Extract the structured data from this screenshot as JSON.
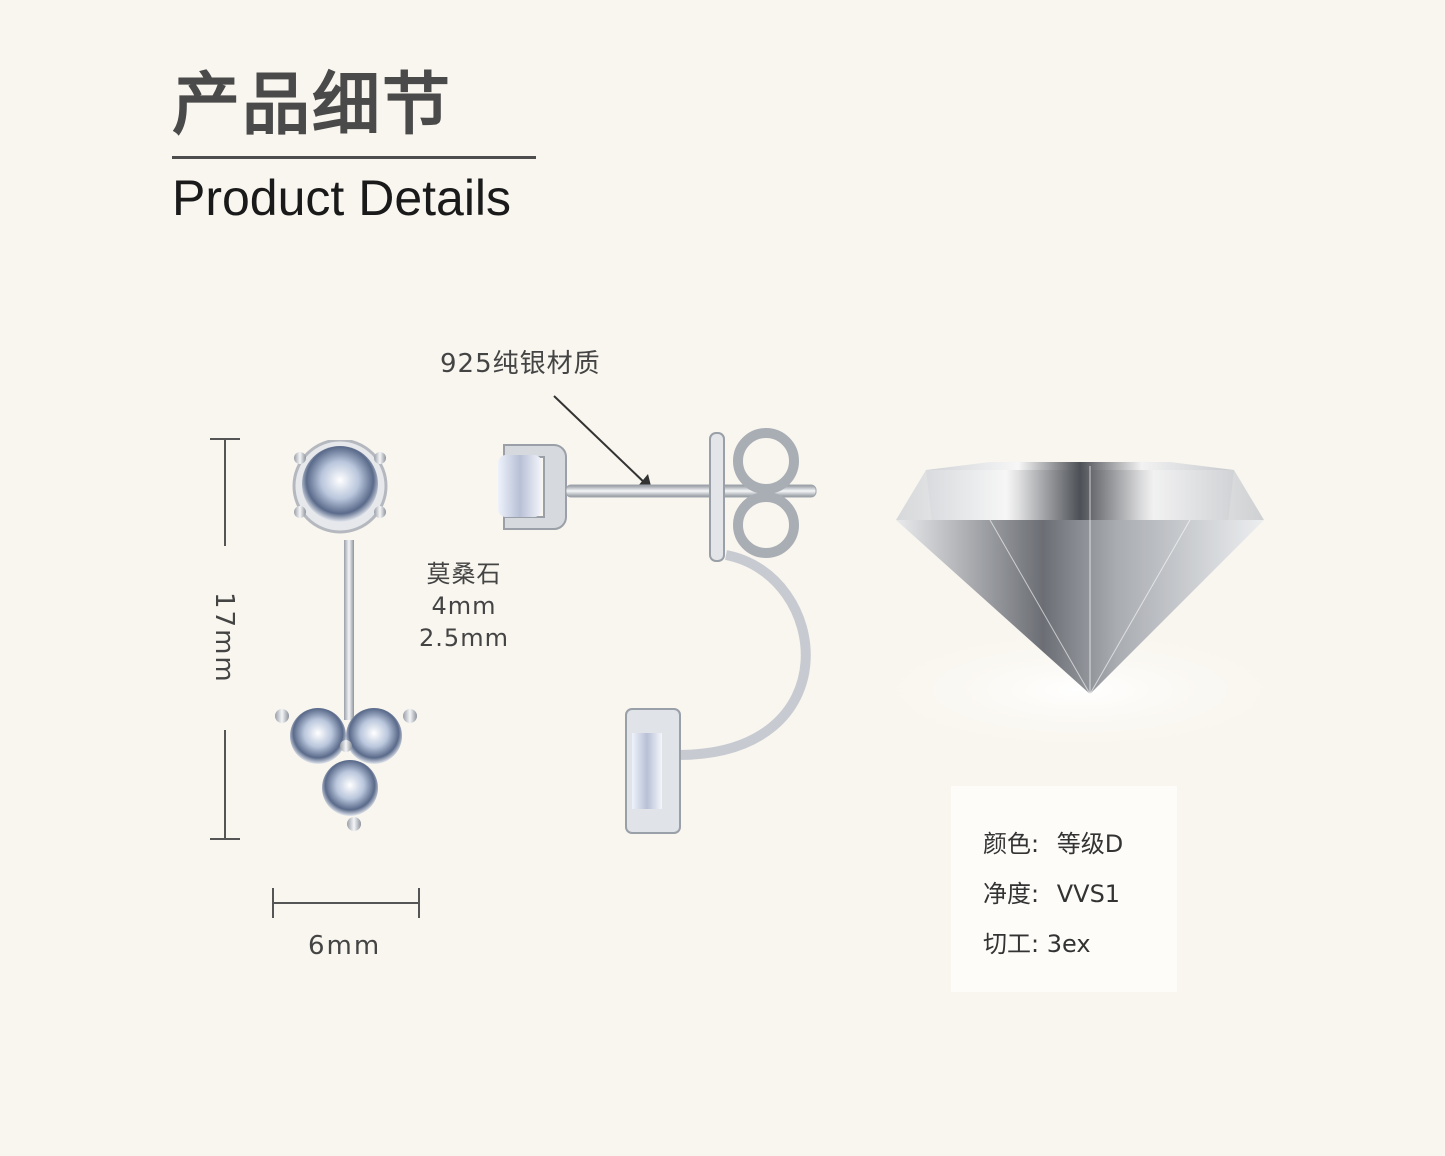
{
  "header": {
    "title_cn": "产品细节",
    "title_en": "Product Details"
  },
  "annotations": {
    "material": "925纯银材质",
    "stone_name": "莫桑石",
    "stone_size_main": "4mm",
    "stone_size_small": "2.5mm",
    "height_dimension": "17mm",
    "width_dimension": "6mm"
  },
  "specs": [
    {
      "label": "颜色:",
      "value": "等级D"
    },
    {
      "label": "净度:",
      "value": "VVS1"
    },
    {
      "label": "切工:",
      "value": "3ex"
    }
  ],
  "colors": {
    "background": "#f9f6ef",
    "text": "#444444",
    "metal": "#c8cbd0"
  }
}
